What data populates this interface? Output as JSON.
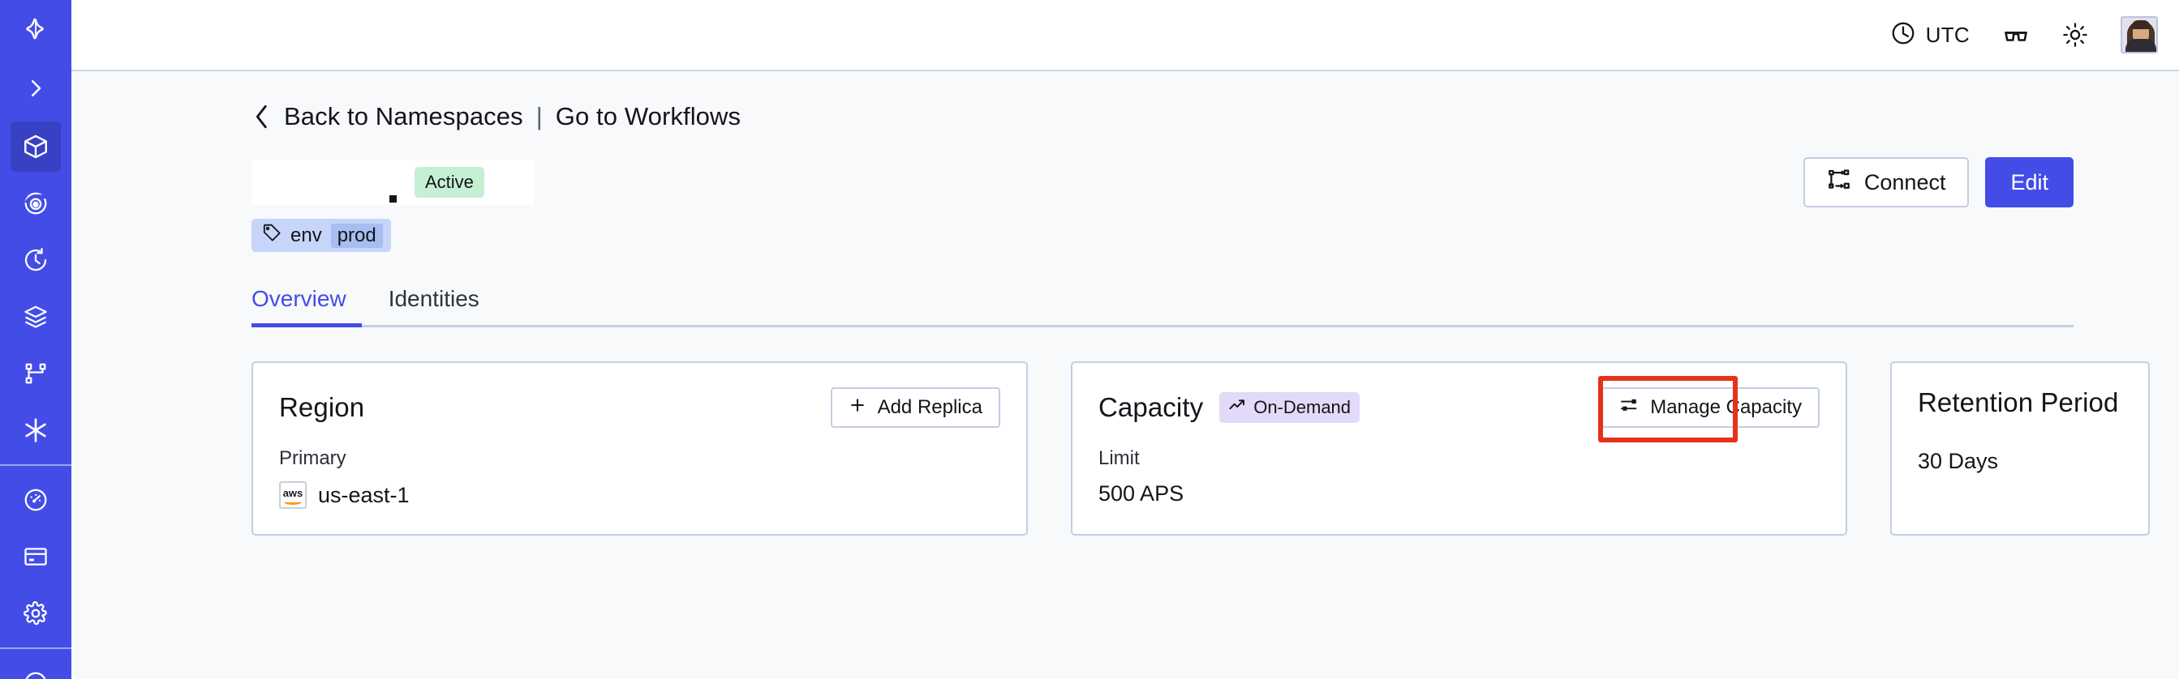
{
  "sidebar": {
    "logo_icon": "temporal-sparkle-logo",
    "items": [
      {
        "name": "expand-sidebar",
        "icon": "chevron-right-icon",
        "active": false
      },
      {
        "name": "namespaces",
        "icon": "cube-icon",
        "active": true
      },
      {
        "name": "observability",
        "icon": "spiral-eye-icon",
        "active": false
      },
      {
        "name": "schedules",
        "icon": "clock-rewind-icon",
        "active": false
      },
      {
        "name": "layers",
        "icon": "layers-icon",
        "active": false
      },
      {
        "name": "workflows",
        "icon": "workflow-branch-icon",
        "active": false
      },
      {
        "name": "nexus",
        "icon": "asterisk-icon",
        "active": false
      },
      {
        "name": "usage",
        "icon": "gauge-icon",
        "active": false
      },
      {
        "name": "billing",
        "icon": "credit-card-icon",
        "active": false
      },
      {
        "name": "settings",
        "icon": "gear-icon",
        "active": false
      }
    ]
  },
  "topbar": {
    "timezone_label": "UTC",
    "clock_icon": "clock-icon",
    "glasses_icon": "glasses-icon",
    "theme_icon": "sun-icon",
    "avatar_icon": "user-avatar"
  },
  "breadcrumb": {
    "back_icon": "chevron-left-icon",
    "back_label": "Back to Namespaces",
    "separator": "|",
    "forward_label": "Go to Workflows"
  },
  "header": {
    "title": "",
    "status_badge": "Active",
    "tag": {
      "icon": "tag-icon",
      "key": "env",
      "value": "prod"
    },
    "connect_label": "Connect",
    "connect_icon": "connect-flow-icon",
    "edit_label": "Edit"
  },
  "tabs": [
    {
      "label": "Overview",
      "active": true
    },
    {
      "label": "Identities",
      "active": false
    }
  ],
  "cards": {
    "region": {
      "title": "Region",
      "action_label": "Add Replica",
      "action_icon": "plus-icon",
      "label": "Primary",
      "provider_icon": "aws-logo",
      "value": "us-east-1"
    },
    "capacity": {
      "title": "Capacity",
      "badge_label": "On-Demand",
      "badge_icon": "trending-up-icon",
      "action_label": "Manage Capacity",
      "action_icon": "sliders-icon",
      "label": "Limit",
      "value": "500 APS",
      "highlighted": true,
      "highlight_color": "#e8311a"
    },
    "retention": {
      "title": "Retention Period",
      "value": "30 Days"
    }
  },
  "colors": {
    "brand_indigo": "#444ce7",
    "page_bg": "#f7f9fb",
    "card_border": "#c3cee2",
    "status_green": "#c6f0d4",
    "tag_blue": "#c6d5f9",
    "badge_purple": "#e3daf9",
    "annotation_red": "#e8311a"
  }
}
